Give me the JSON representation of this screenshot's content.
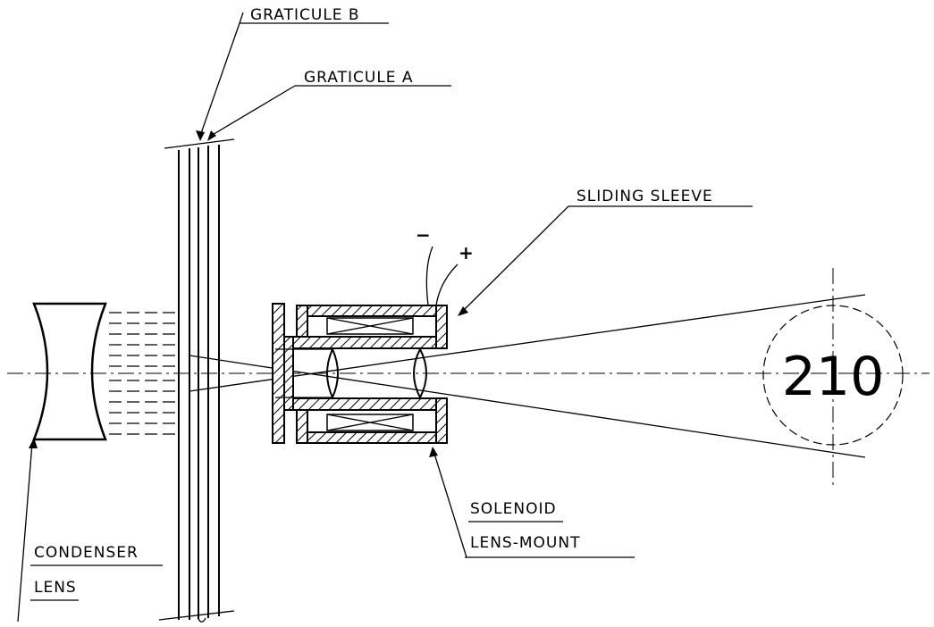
{
  "labels": {
    "graticule_b": "GRATICULE B",
    "graticule_a": "GRATICULE A",
    "sliding_sleeve": "SLIDING SLEEVE",
    "solenoid": "SOLENOID",
    "lens_mount": "LENS-MOUNT",
    "condenser": "CONDENSER",
    "lens": "LENS"
  },
  "polarity": {
    "minus": "−",
    "plus": "+"
  },
  "projected_number": "210",
  "colors": {
    "ink": "#000000",
    "paper": "#ffffff"
  }
}
